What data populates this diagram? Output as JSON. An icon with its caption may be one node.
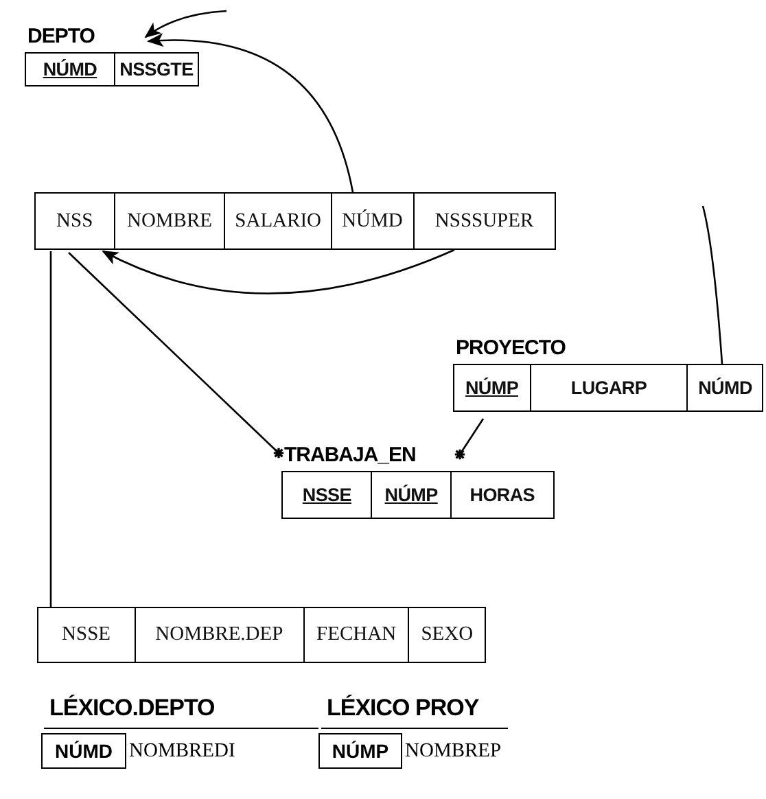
{
  "diagram": {
    "nodes": [
      {
        "text": [
          "DEPTO",
          "NÚMD",
          "NSSGTE"
        ]
      },
      {
        "text": [
          "NSS",
          "NOMBRE",
          "SALARIO",
          "NÚMD",
          "NSSSUPER"
        ]
      },
      {
        "text": [
          "PROYECTO",
          "NÚMP",
          "LUGARP",
          "NÚMD"
        ]
      },
      {
        "text": [
          "TRABAJA_EN",
          "NSSE",
          "NÚMP",
          "HORAS"
        ]
      },
      {
        "text": [
          "NSSE",
          "NOMBRE.DEP",
          "FECHAN",
          "SEXO"
        ]
      },
      {
        "text": [
          "LÉXICO.DEPTO",
          "NÚMD",
          "NOMBREDI"
        ]
      },
      {
        "text": [
          "LÉXICO PROY",
          "NÚMP",
          "NOMBREP"
        ]
      }
    ],
    "edges": [
      {
        "from": null,
        "to": 0,
        "arrow": "to"
      },
      {
        "from": 1,
        "to": 0,
        "arrow": "to"
      },
      {
        "from": 1,
        "to": 1,
        "arrow": "to"
      },
      {
        "from": 1,
        "to": 3,
        "arrow": "other"
      },
      {
        "from": 2,
        "to": 3,
        "arrow": "other"
      },
      {
        "from": 1,
        "to": 4,
        "arrow": "none"
      },
      {
        "from": 2,
        "to": null,
        "arrow": "none"
      }
    ]
  }
}
